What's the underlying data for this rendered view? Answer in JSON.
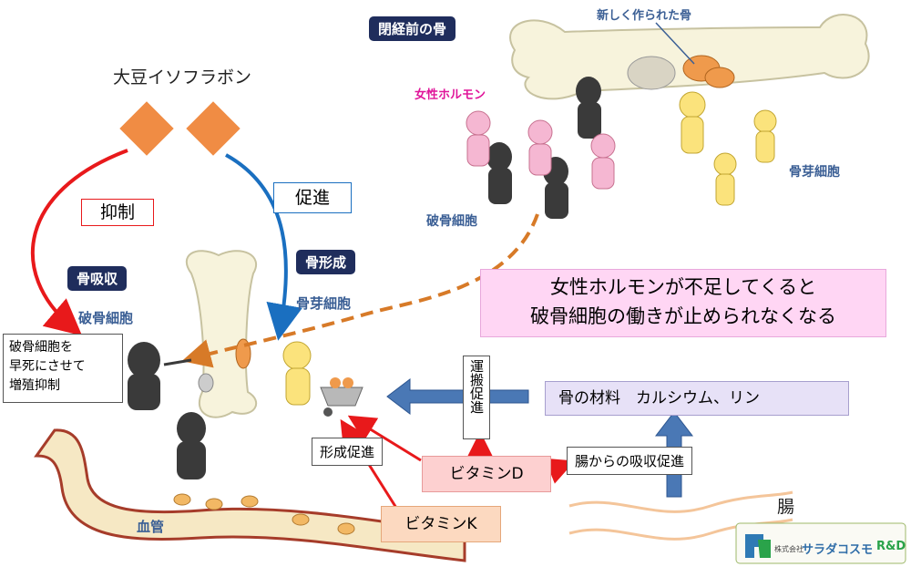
{
  "top_left": {
    "soy_isoflavone": "大豆イソフラボン",
    "suppress": "抑制",
    "promote": "促進"
  },
  "bone_resorption": {
    "badge": "骨吸収",
    "osteoclast_label": "破骨細胞",
    "note_lines": [
      "破骨細胞を",
      "早死にさせて",
      "増殖抑制"
    ]
  },
  "bone_formation": {
    "badge": "骨形成",
    "osteoblast_label": "骨芽細胞"
  },
  "blood_vessel": "血管",
  "inset": {
    "badge": "閉経前の骨",
    "new_bone": "新しく作られた骨",
    "female_hormone": "女性ホルモン",
    "osteoclast": "破骨細胞",
    "osteoblast": "骨芽細胞"
  },
  "callout_lines": [
    "女性ホルモンが不足してくると",
    "破骨細胞の働きが止められなくなる"
  ],
  "transport_promote": "運搬促進",
  "material": "骨の材料　カルシウム、リン",
  "formation_promote": "形成促進",
  "vitamin_d": "ビタミンD",
  "vitamin_k": "ビタミンK",
  "intestine_absorb": "腸からの吸収促進",
  "intestine": "腸",
  "logo": {
    "company": "サラダコスモ",
    "prefix": "株式会社",
    "rd": "R&D"
  },
  "colors": {
    "navy": "#1f2d5c",
    "red_arrow": "#e8191b",
    "blue_arrow": "#1a6fc0",
    "orange_dash": "#d77a28",
    "diamond": "#f08c44"
  }
}
